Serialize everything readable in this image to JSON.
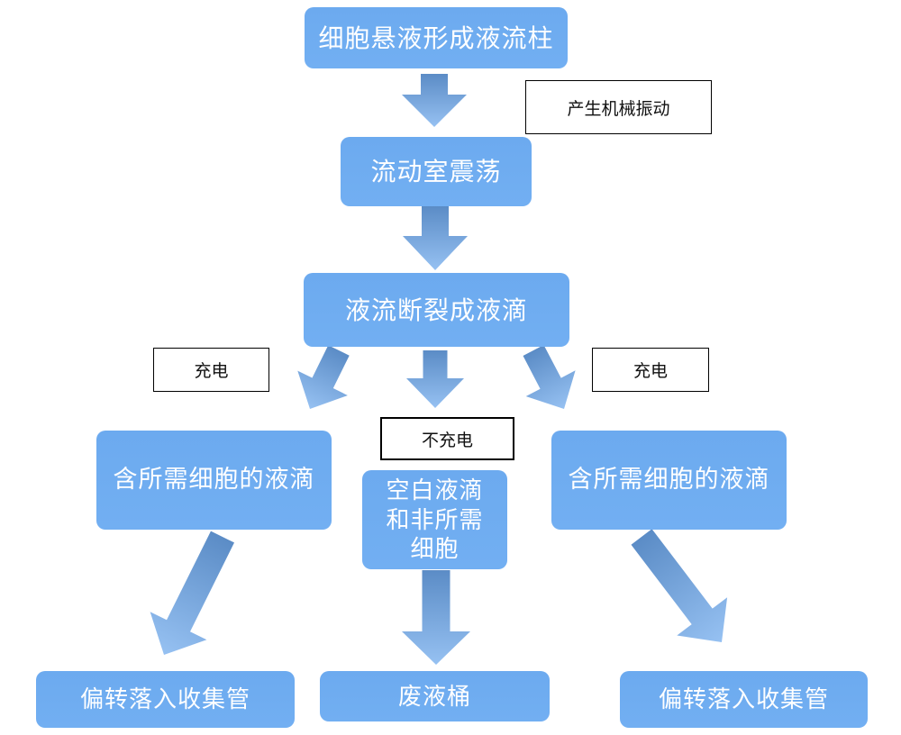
{
  "diagram": {
    "nodes": {
      "top": {
        "label": "细胞悬液形成液流柱"
      },
      "flow_chamber": {
        "label": "流动室震荡"
      },
      "break_droplets": {
        "label": "液流断裂成液滴"
      },
      "left_mid": {
        "label": "含所需细胞的液滴"
      },
      "center_mid": {
        "label": "空白液滴\n和非所需\n细胞"
      },
      "right_mid": {
        "label": "含所需细胞的液滴"
      },
      "bottom_left": {
        "label": "偏转落入收集管"
      },
      "bottom_center": {
        "label": "废液桶"
      },
      "bottom_right": {
        "label": "偏转落入收集管"
      }
    },
    "annotations": {
      "vibration": {
        "label": "产生机械振动"
      },
      "charge_left": {
        "label": "充电"
      },
      "no_charge": {
        "label": "不充电"
      },
      "charge_right": {
        "label": "充电"
      }
    },
    "edges": [
      {
        "from": "top",
        "to": "flow_chamber",
        "note": "产生机械振动"
      },
      {
        "from": "flow_chamber",
        "to": "break_droplets",
        "note": ""
      },
      {
        "from": "break_droplets",
        "to": "left_mid",
        "note": "充电"
      },
      {
        "from": "break_droplets",
        "to": "center_mid",
        "note": "不充电"
      },
      {
        "from": "break_droplets",
        "to": "right_mid",
        "note": "充电"
      },
      {
        "from": "left_mid",
        "to": "bottom_left",
        "note": ""
      },
      {
        "from": "center_mid",
        "to": "bottom_center",
        "note": ""
      },
      {
        "from": "right_mid",
        "to": "bottom_right",
        "note": ""
      }
    ],
    "colors": {
      "node_fill": "#6FACF0",
      "node_text": "#FFFFFF",
      "arrow_gradient_start": "#5B8CC6",
      "arrow_gradient_end": "#96C1F2",
      "annotation_border": "#000000",
      "annotation_text": "#111111",
      "background": "#FFFFFF"
    }
  }
}
